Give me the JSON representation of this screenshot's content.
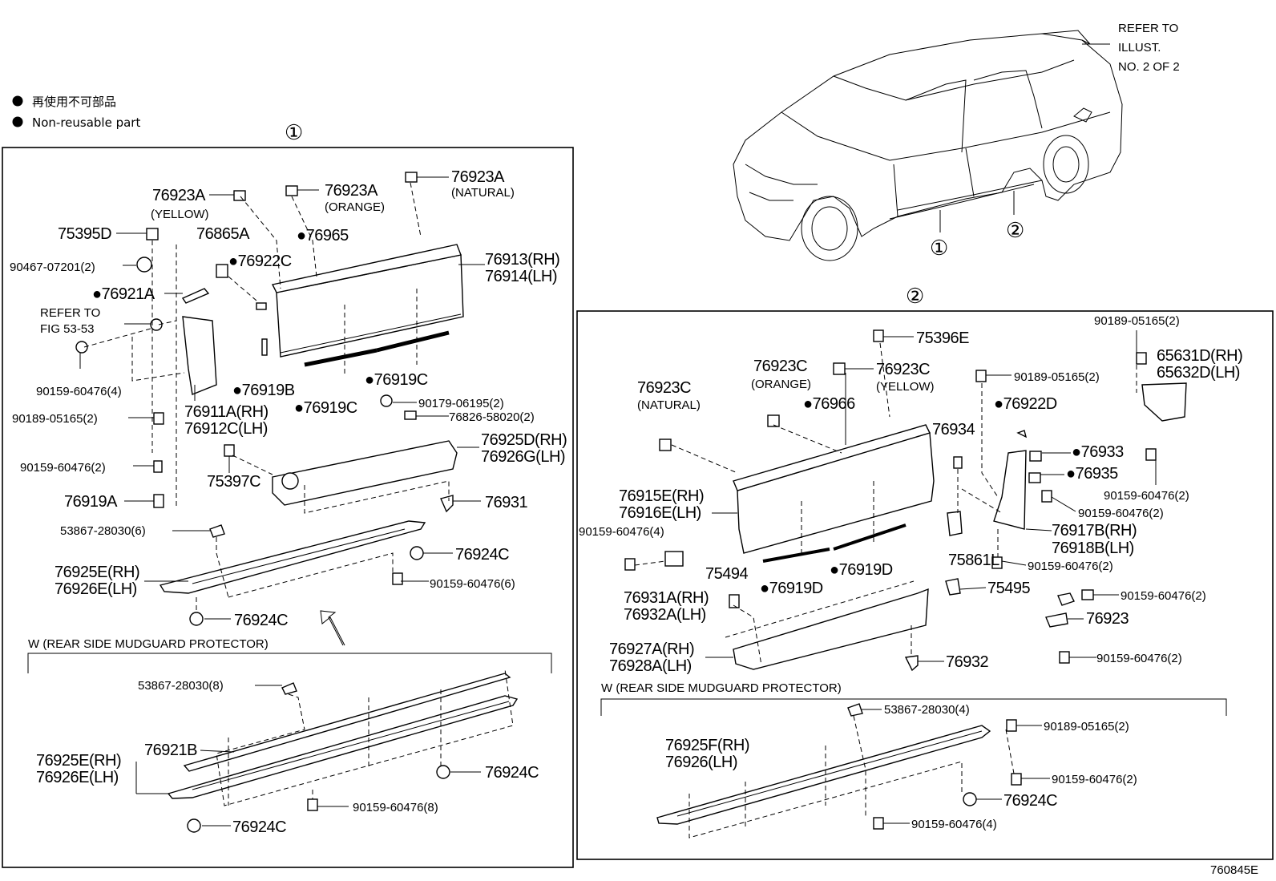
{
  "legend": {
    "jp": "再使用不可部品",
    "en": "Non-reusable part"
  },
  "refer_note": [
    "REFER TO",
    "ILLUST.",
    "NO. 2 OF 2"
  ],
  "callouts": {
    "one": "①",
    "two": "②"
  },
  "diagram_id": "760845E",
  "section1": {
    "labels": {
      "l1": "76923A",
      "l1b": "(YELLOW)",
      "l2": "76923A",
      "l2b": "(ORANGE)",
      "l3": "76923A",
      "l3b": "(NATURAL)",
      "l4": "75395D",
      "l5": "76865A",
      "l6": "●76965",
      "l7": "90467-07201(2)",
      "l8": "●76922C",
      "l9": "76913(RH)",
      "l9b": "76914(LH)",
      "l10": "●76921A",
      "l11": "REFER TO",
      "l11b": "FIG 53-53",
      "l12": "90159-60476(4)",
      "l13": "●76919B",
      "l14": "76911A(RH)",
      "l14b": "76912C(LH)",
      "l15": "●76919C",
      "l16": "●76919C",
      "l17": "90179-06195(2)",
      "l18": "90189-05165(2)",
      "l19": "76826-58020(2)",
      "l20": "76925D(RH)",
      "l20b": "76926G(LH)",
      "l21": "90159-60476(2)",
      "l22": "75397C",
      "l23": "76919A",
      "l24": "76931",
      "l25": "53867-28030(6)",
      "l26": "76924C",
      "l27": "76925E(RH)",
      "l27b": "76926E(LH)",
      "l28": "90159-60476(6)",
      "l29": "76924C",
      "w_title": "W (REAR SIDE MUDGUARD PROTECTOR)",
      "w1": "53867-28030(8)",
      "w2": "76921B",
      "w3": "76925E(RH)",
      "w3b": "76926E(LH)",
      "w4": "76924C",
      "w5": "90159-60476(8)",
      "w6": "76924C"
    }
  },
  "section2": {
    "labels": {
      "m1": "75396E",
      "m2": "90189-05165(2)",
      "m3": "65631D(RH)",
      "m3b": "65632D(LH)",
      "m4": "76923C",
      "m4b": "(ORANGE)",
      "m5": "76923C",
      "m5b": "(YELLOW)",
      "m6": "90189-05165(2)",
      "m7": "76923C",
      "m7b": "(NATURAL)",
      "m8": "●76966",
      "m9": "●76922D",
      "m10": "76934",
      "m11": "●76933",
      "m12": "●76935",
      "m13": "90159-60476(2)",
      "m14": "76915E(RH)",
      "m14b": "76916E(LH)",
      "m15": "90159-60476(2)",
      "m16": "90159-60476(4)",
      "m17": "76917B(RH)",
      "m17b": "76918B(LH)",
      "m18": "75861L",
      "m19": "90159-60476(2)",
      "m20": "75494",
      "m21": "●76919D",
      "m22": "●76919D",
      "m23": "75495",
      "m24": "90159-60476(2)",
      "m25": "76931A(RH)",
      "m25b": "76932A(LH)",
      "m26": "76923",
      "m27": "76927A(RH)",
      "m27b": "76928A(LH)",
      "m28": "76932",
      "m29": "90159-60476(2)",
      "w_title": "W (REAR SIDE MUDGUARD PROTECTOR)",
      "w1": "53867-28030(4)",
      "w2": "90189-05165(2)",
      "w3": "76925F(RH)",
      "w3b": "76926(LH)",
      "w4": "90159-60476(2)",
      "w5": "76924C",
      "w6": "90159-60476(4)"
    }
  }
}
